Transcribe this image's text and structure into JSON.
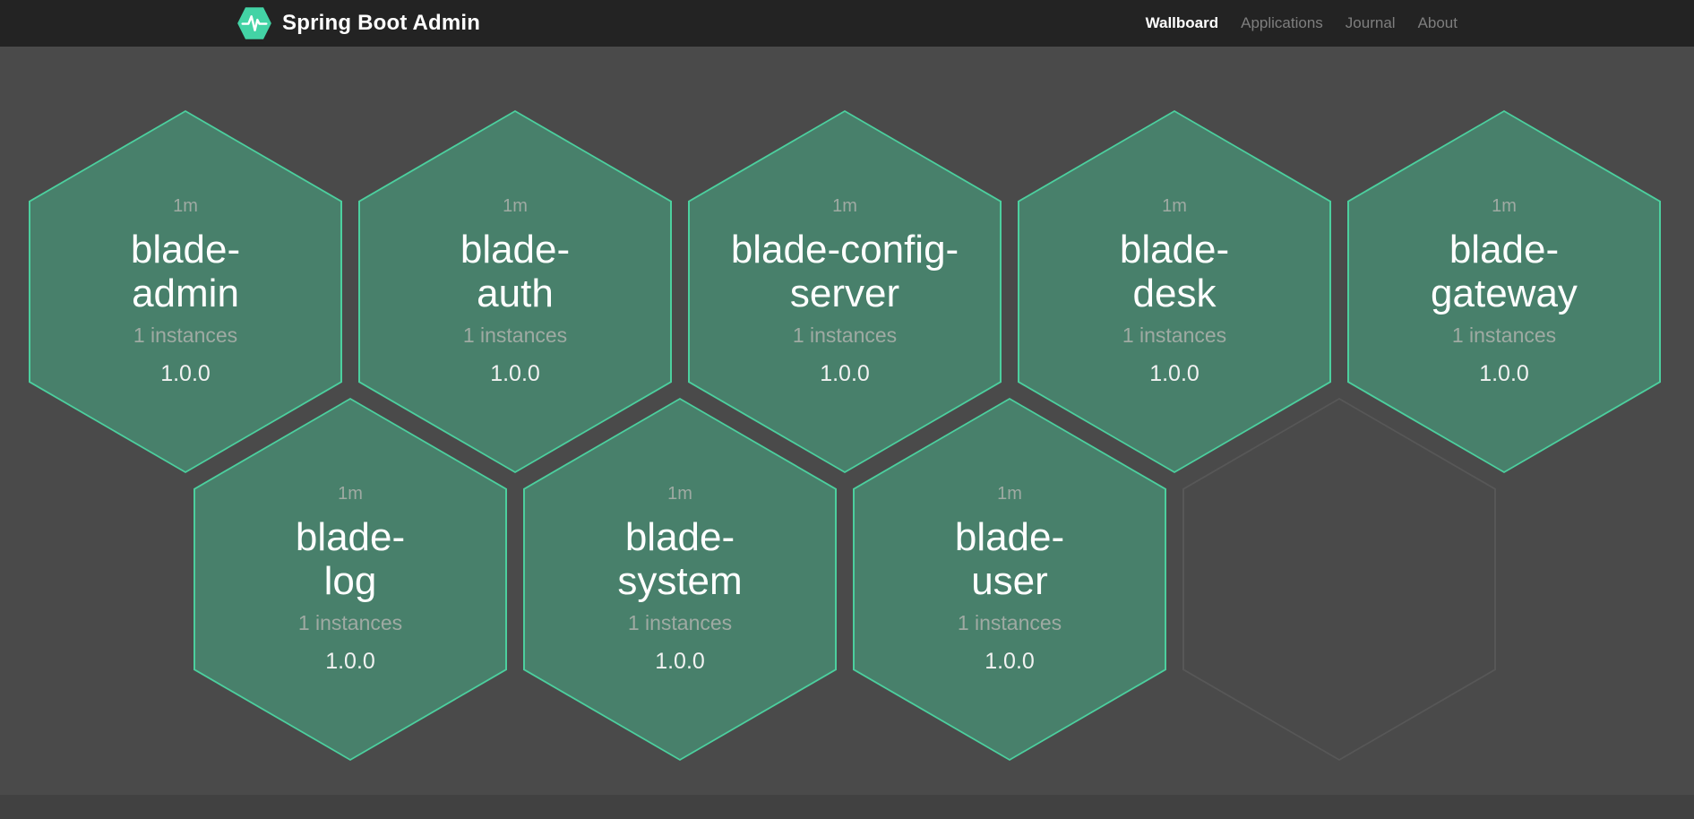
{
  "header": {
    "brand": "Spring Boot Admin",
    "nav": [
      {
        "label": "Wallboard",
        "active": true
      },
      {
        "label": "Applications",
        "active": false
      },
      {
        "label": "Journal",
        "active": false
      },
      {
        "label": "About",
        "active": false
      }
    ]
  },
  "wallboard": {
    "tiles": [
      {
        "name": "blade-admin",
        "name_lines": [
          "blade-",
          "admin"
        ],
        "uptime": "1m",
        "instances_label": "1 instances",
        "version": "1.0.0"
      },
      {
        "name": "blade-auth",
        "name_lines": [
          "blade-",
          "auth"
        ],
        "uptime": "1m",
        "instances_label": "1 instances",
        "version": "1.0.0"
      },
      {
        "name": "blade-config-server",
        "name_lines": [
          "blade-config-",
          "server"
        ],
        "uptime": "1m",
        "instances_label": "1 instances",
        "version": "1.0.0"
      },
      {
        "name": "blade-desk",
        "name_lines": [
          "blade-",
          "desk"
        ],
        "uptime": "1m",
        "instances_label": "1 instances",
        "version": "1.0.0"
      },
      {
        "name": "blade-gateway",
        "name_lines": [
          "blade-",
          "gateway"
        ],
        "uptime": "1m",
        "instances_label": "1 instances",
        "version": "1.0.0"
      },
      {
        "name": "blade-log",
        "name_lines": [
          "blade-",
          "log"
        ],
        "uptime": "1m",
        "instances_label": "1 instances",
        "version": "1.0.0"
      },
      {
        "name": "blade-system",
        "name_lines": [
          "blade-",
          "system"
        ],
        "uptime": "1m",
        "instances_label": "1 instances",
        "version": "1.0.0"
      },
      {
        "name": "blade-user",
        "name_lines": [
          "blade-",
          "user"
        ],
        "uptime": "1m",
        "instances_label": "1 instances",
        "version": "1.0.0"
      }
    ],
    "has_empty_placeholder_tile": true
  },
  "colors": {
    "page_bg": "#4a4a4a",
    "header_bg": "#232323",
    "tile_fill": "#48806b",
    "tile_border": "#4ccf9e",
    "brand_green": "#43d3a5",
    "muted_text": "#9faaa3",
    "version_text": "#f2f2f2",
    "empty_tile_border": "#575757",
    "footer_bg": "#414141",
    "nav_inactive": "#7e7e7e"
  }
}
